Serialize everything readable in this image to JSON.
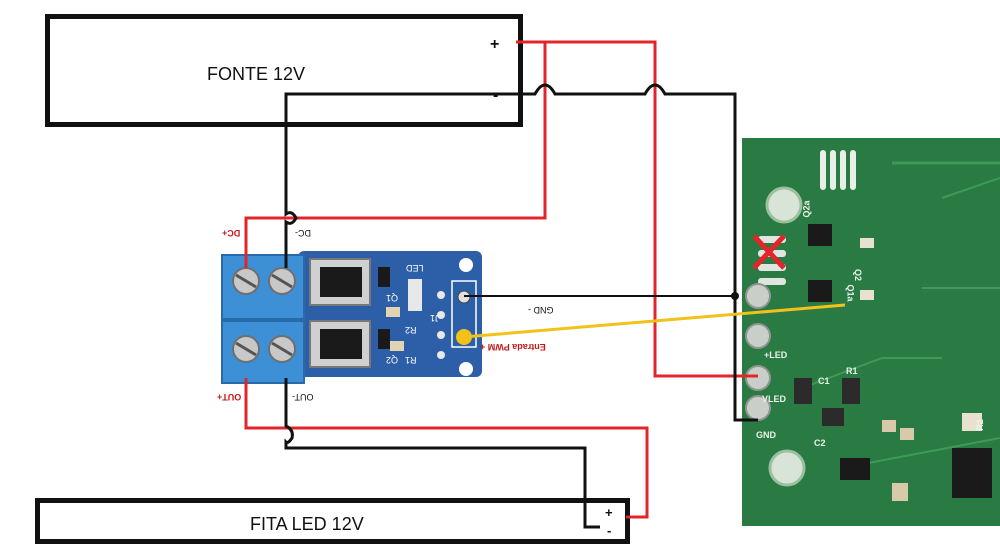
{
  "power_supply": {
    "title": "FONTE 12V",
    "plus": "+",
    "minus": "-"
  },
  "led_strip": {
    "title": "FITA LED 12V",
    "plus": "+",
    "minus": "-"
  },
  "mosfet_module": {
    "dc_plus": "DC+",
    "dc_minus": "DC-",
    "out_plus": "OUT+",
    "out_minus": "OUT-",
    "pwm_input": "Entrada PWM +",
    "gnd": "GND -",
    "silk_led": "LED",
    "silk_r1": "R1",
    "silk_r2": "R2",
    "silk_j1": "J1",
    "silk_q1": "Q1",
    "silk_q2": "Q2"
  },
  "controller_board": {
    "q1": "Q1a",
    "q2": "Q2a",
    "q2_side": "Q2",
    "r1": "R1",
    "r2": "R2",
    "c1": "C1",
    "c2": "C2",
    "led_plus": "+LED",
    "vled": "VLED",
    "gnd": "GND"
  },
  "colors": {
    "positive_wire": "#e3242b",
    "negative_wire": "#111111",
    "pwm_wire": "#f2c21b",
    "pcb_green": "#2a7a43",
    "module_blue": "#2c5fa8"
  }
}
